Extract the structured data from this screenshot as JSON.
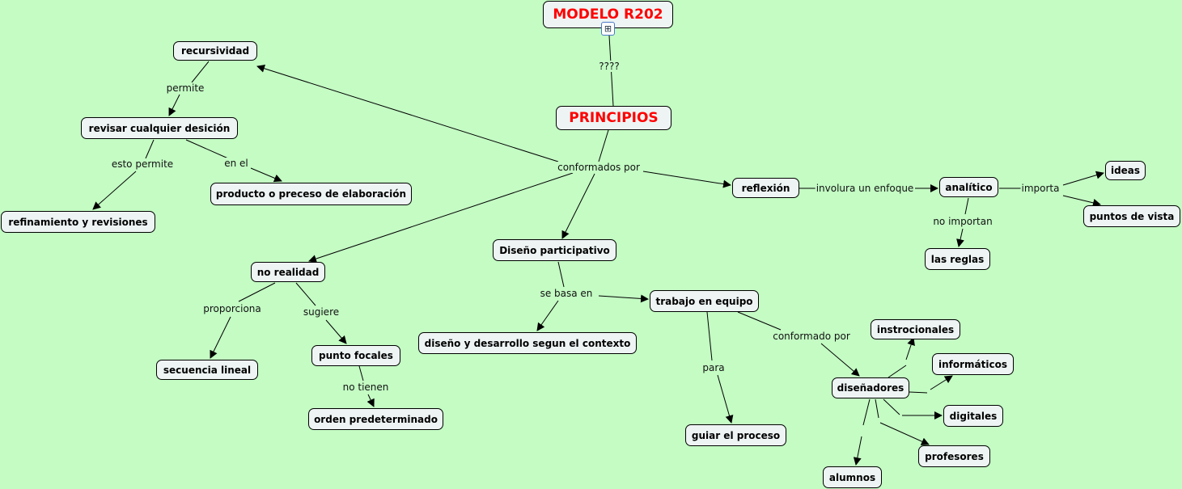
{
  "nodes": {
    "modelo": "MODELO R202",
    "principios": "PRINCIPIOS",
    "recursividad": "recursividad",
    "revisar": "revisar cualquier desición",
    "producto": "producto o preceso de elaboración",
    "refinamiento": "refinamiento y revisiones",
    "reflexion": "reflexión",
    "analitico": "analítico",
    "ideas": "ideas",
    "puntos": "puntos de vista",
    "reglas": "las reglas",
    "diseno_part": "Diseño participativo",
    "no_realidad": "no realidad",
    "trabajo": "trabajo en equipo",
    "diseno_des": "diseño y desarrollo segun el contexto",
    "secuencia": "secuencia lineal",
    "punto_focales": "punto focales",
    "orden": "orden predeterminado",
    "guiar": "guiar el proceso",
    "instrocionales": "instrocionales",
    "informaticos": "informáticos",
    "disenadores": "diseñadores",
    "digitales": "digitales",
    "profesores": "profesores",
    "alumnos": "alumnos"
  },
  "links": {
    "q": "????",
    "permite": "permite",
    "esto_permite": "esto permite",
    "en_el": "en el",
    "conformados": "conformados por",
    "involura": "involura un enfoque",
    "importa": "importa",
    "no_importan": "no importan",
    "se_basa": "se basa en",
    "proporciona": "proporciona",
    "sugiere": "sugiere",
    "no_tienen": "no tienen",
    "conformado": "conformado por",
    "para": "para"
  },
  "colors": {
    "background": "#c4fcc4",
    "title": "#ff0000"
  }
}
